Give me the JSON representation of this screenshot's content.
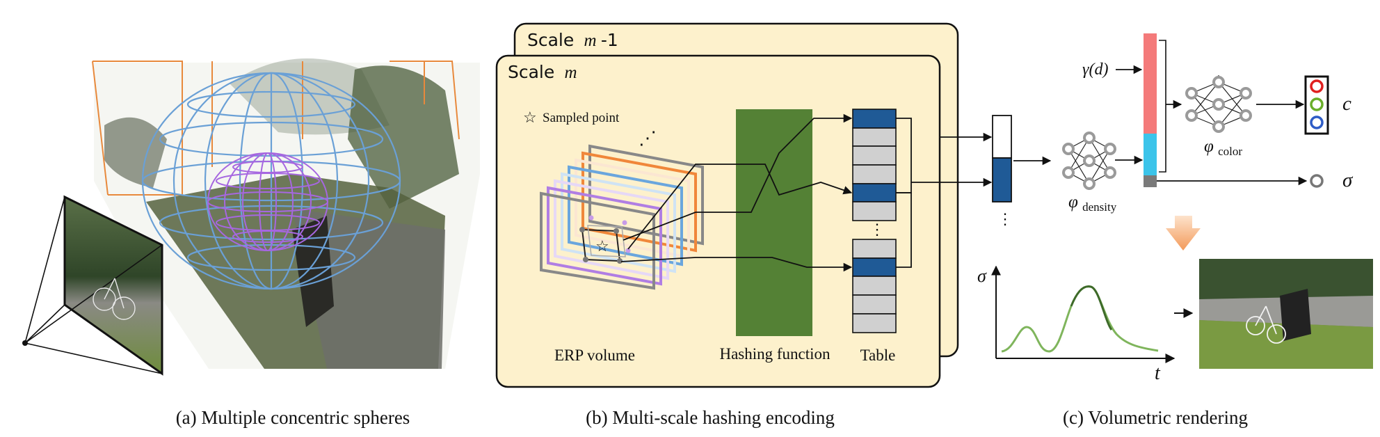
{
  "panel_a": {
    "caption": "(a) Multiple concentric spheres"
  },
  "panel_b": {
    "caption": "(b) Multi-scale hashing encoding",
    "scale_back_label": "Scale",
    "scale_back_var": "m",
    "scale_back_suffix": "-1",
    "scale_front_label": "Scale",
    "scale_front_var": "m",
    "sampled_point_star": "☆",
    "sampled_point_label": "Sampled point",
    "erp_label": "ERP volume",
    "hashing_label": "Hashing function",
    "table_label": "Table",
    "dots": "⋮",
    "more_dots": "⋰"
  },
  "panel_c": {
    "caption": "(c) Volumetric rendering",
    "gamma_label": "γ(d)",
    "phi_density": "φ",
    "phi_density_sub": "density",
    "phi_color": "φ",
    "phi_color_sub": "color",
    "c_label": "c",
    "sigma_label": "σ",
    "plot_y_label": "σ",
    "plot_x_label": "t",
    "dots": "⋮"
  },
  "colors": {
    "panel_fill": "#fdf1cc",
    "hash_green": "#548135",
    "table_blue": "#1f5a96",
    "table_gray": "#d0d0d0",
    "feature_red": "#f47a7a",
    "feature_cyan": "#3cc4ea",
    "sphere_blue": "#6aa0d6",
    "sphere_purple": "#a667e0",
    "frame_orange": "#e8893c",
    "curve_green": "#7fb55c",
    "arrow_orange": "#f5a15e"
  }
}
